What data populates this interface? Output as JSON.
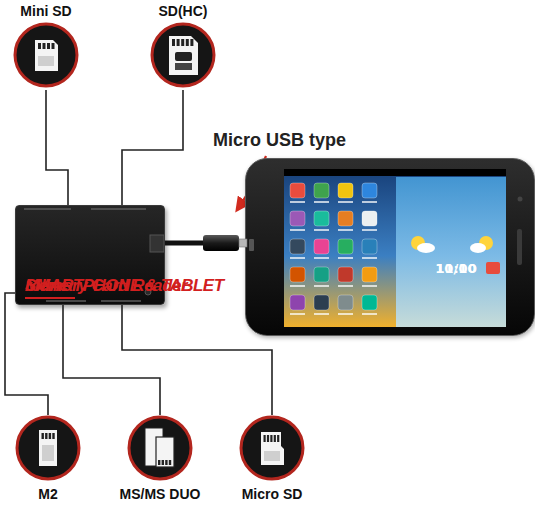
{
  "diagram": {
    "nodes": [
      {
        "text": [
          "Mini SD"
        ]
      },
      {
        "text": [
          "SD(HC)"
        ]
      },
      {
        "text": [
          "SMARTPHONE & TABLET",
          "Memory Card Reader",
          "roline"
        ]
      },
      {
        "text": [
          "10:00",
          "11/10"
        ]
      },
      {
        "text": [
          "M2"
        ]
      },
      {
        "text": [
          "MS/MS DUO"
        ]
      },
      {
        "text": [
          "Micro SD"
        ]
      }
    ],
    "edges": [
      {
        "from": 2,
        "to": 0,
        "arrow": "none"
      },
      {
        "from": 2,
        "to": 1,
        "arrow": "none"
      },
      {
        "from": 2,
        "to": 3,
        "arrow": "none"
      },
      {
        "from": 2,
        "to": 4,
        "arrow": "none"
      },
      {
        "from": 2,
        "to": 5,
        "arrow": "none"
      },
      {
        "from": 2,
        "to": 6,
        "arrow": "none"
      }
    ],
    "labels": [
      "Micro USB type"
    ]
  }
}
